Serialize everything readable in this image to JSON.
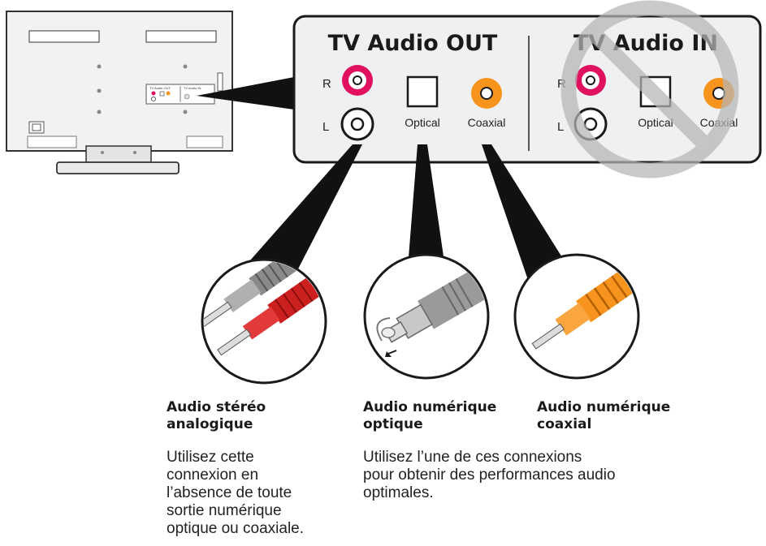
{
  "panel": {
    "out_title": "TV Audio OUT",
    "in_title": "TV Audio IN",
    "out_r": "R",
    "out_l": "L",
    "out_optical": "Optical",
    "out_coaxial": "Coaxial",
    "in_r": "R",
    "in_l": "L",
    "in_optical": "Optical",
    "in_coaxial": "Coaxial"
  },
  "tv_panel": {
    "out_title": "TV Audio OUT",
    "in_title": "TV Audio IN"
  },
  "captions": {
    "stereo_heading_1": "Audio stéréo",
    "stereo_heading_2": "analogique",
    "optical_heading_1": "Audio numérique",
    "optical_heading_2": "optique",
    "coaxial_heading_1": "Audio numérique",
    "coaxial_heading_2": "coaxial",
    "stereo_body": [
      "Utilisez cette",
      "connexion en",
      "l’absence de toute",
      "sortie numérique",
      "optique ou coaxiale."
    ],
    "digital_body": [
      "Utilisez l’une de ces connexions",
      "pour obtenir des performances audio",
      "optimales."
    ]
  },
  "colors": {
    "red_jack": "#e0115f",
    "orange_jack": "#f7941d",
    "panel_fill": "#eef0f2",
    "stroke": "#1a1a1a",
    "prohibition": "#b5b5b5"
  }
}
